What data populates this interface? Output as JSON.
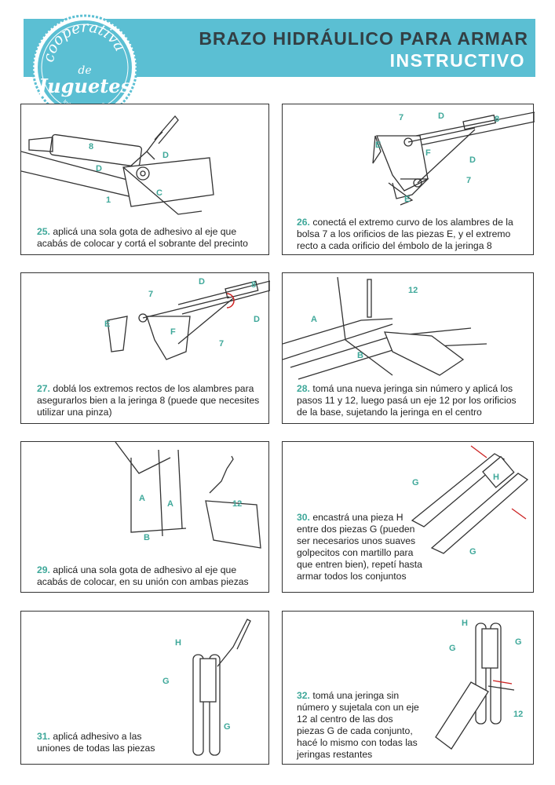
{
  "header": {
    "title": "BRAZO HIDRÁULICO PARA ARMAR",
    "subtitle": "INSTRUCTIVO",
    "band_color": "#5bbfd3"
  },
  "logo": {
    "line1": "cooperativa",
    "line2": "de",
    "line3": "Juguetes",
    "line4": "Industria Argentina",
    "color": "#5bbfd3"
  },
  "accent_color": "#3fa89a",
  "steps": [
    {
      "num": "25.",
      "text": "aplicá una sola gota de adhesivo al eje que acabás de colocar y cortá el sobrante del precinto",
      "labels": [
        "8",
        "D",
        "D",
        "C",
        "1"
      ]
    },
    {
      "num": "26.",
      "text": "conectá el extremo curvo de los alambres de la bolsa 7 a los orificios de las piezas E, y el extremo recto a cada orificio del émbolo de la jeringa 8",
      "labels": [
        "7",
        "D",
        "8",
        "E",
        "F",
        "D",
        "7",
        "E"
      ]
    },
    {
      "num": "27.",
      "text": "doblá los extremos rectos de los alambres para asegurarlos bien a la jeringa 8 (puede que necesites utilizar una pinza)",
      "labels": [
        "D",
        "8",
        "7",
        "D",
        "E",
        "F",
        "7"
      ]
    },
    {
      "num": "28.",
      "text": "tomá una nueva jeringa sin número y aplicá los pasos 11 y 12, luego pasá un eje 12 por los orificios de la base, sujetando la jeringa en el centro",
      "labels": [
        "12",
        "A",
        "B"
      ]
    },
    {
      "num": "29.",
      "text": "aplicá una sola gota de adhesivo al eje que acabás de colocar, en su unión con ambas piezas",
      "labels": [
        "A",
        "A",
        "12",
        "B"
      ]
    },
    {
      "num": "30.",
      "text": "encastrá una pieza H entre dos piezas G (pueden ser necesarios unos suaves golpecitos con martillo para que entren bien), repetí hasta armar todos los conjuntos",
      "labels": [
        "G",
        "H",
        "G"
      ]
    },
    {
      "num": "31.",
      "text": "aplicá adhesivo a las uniones de todas las piezas",
      "labels": [
        "H",
        "G",
        "G"
      ]
    },
    {
      "num": "32.",
      "text": "tomá una jeringa sin número y sujetala con un eje 12 al centro de las dos piezas G de cada conjunto, hacé lo mismo con todas las jeringas restantes",
      "labels": [
        "H",
        "G",
        "G",
        "12"
      ]
    }
  ]
}
